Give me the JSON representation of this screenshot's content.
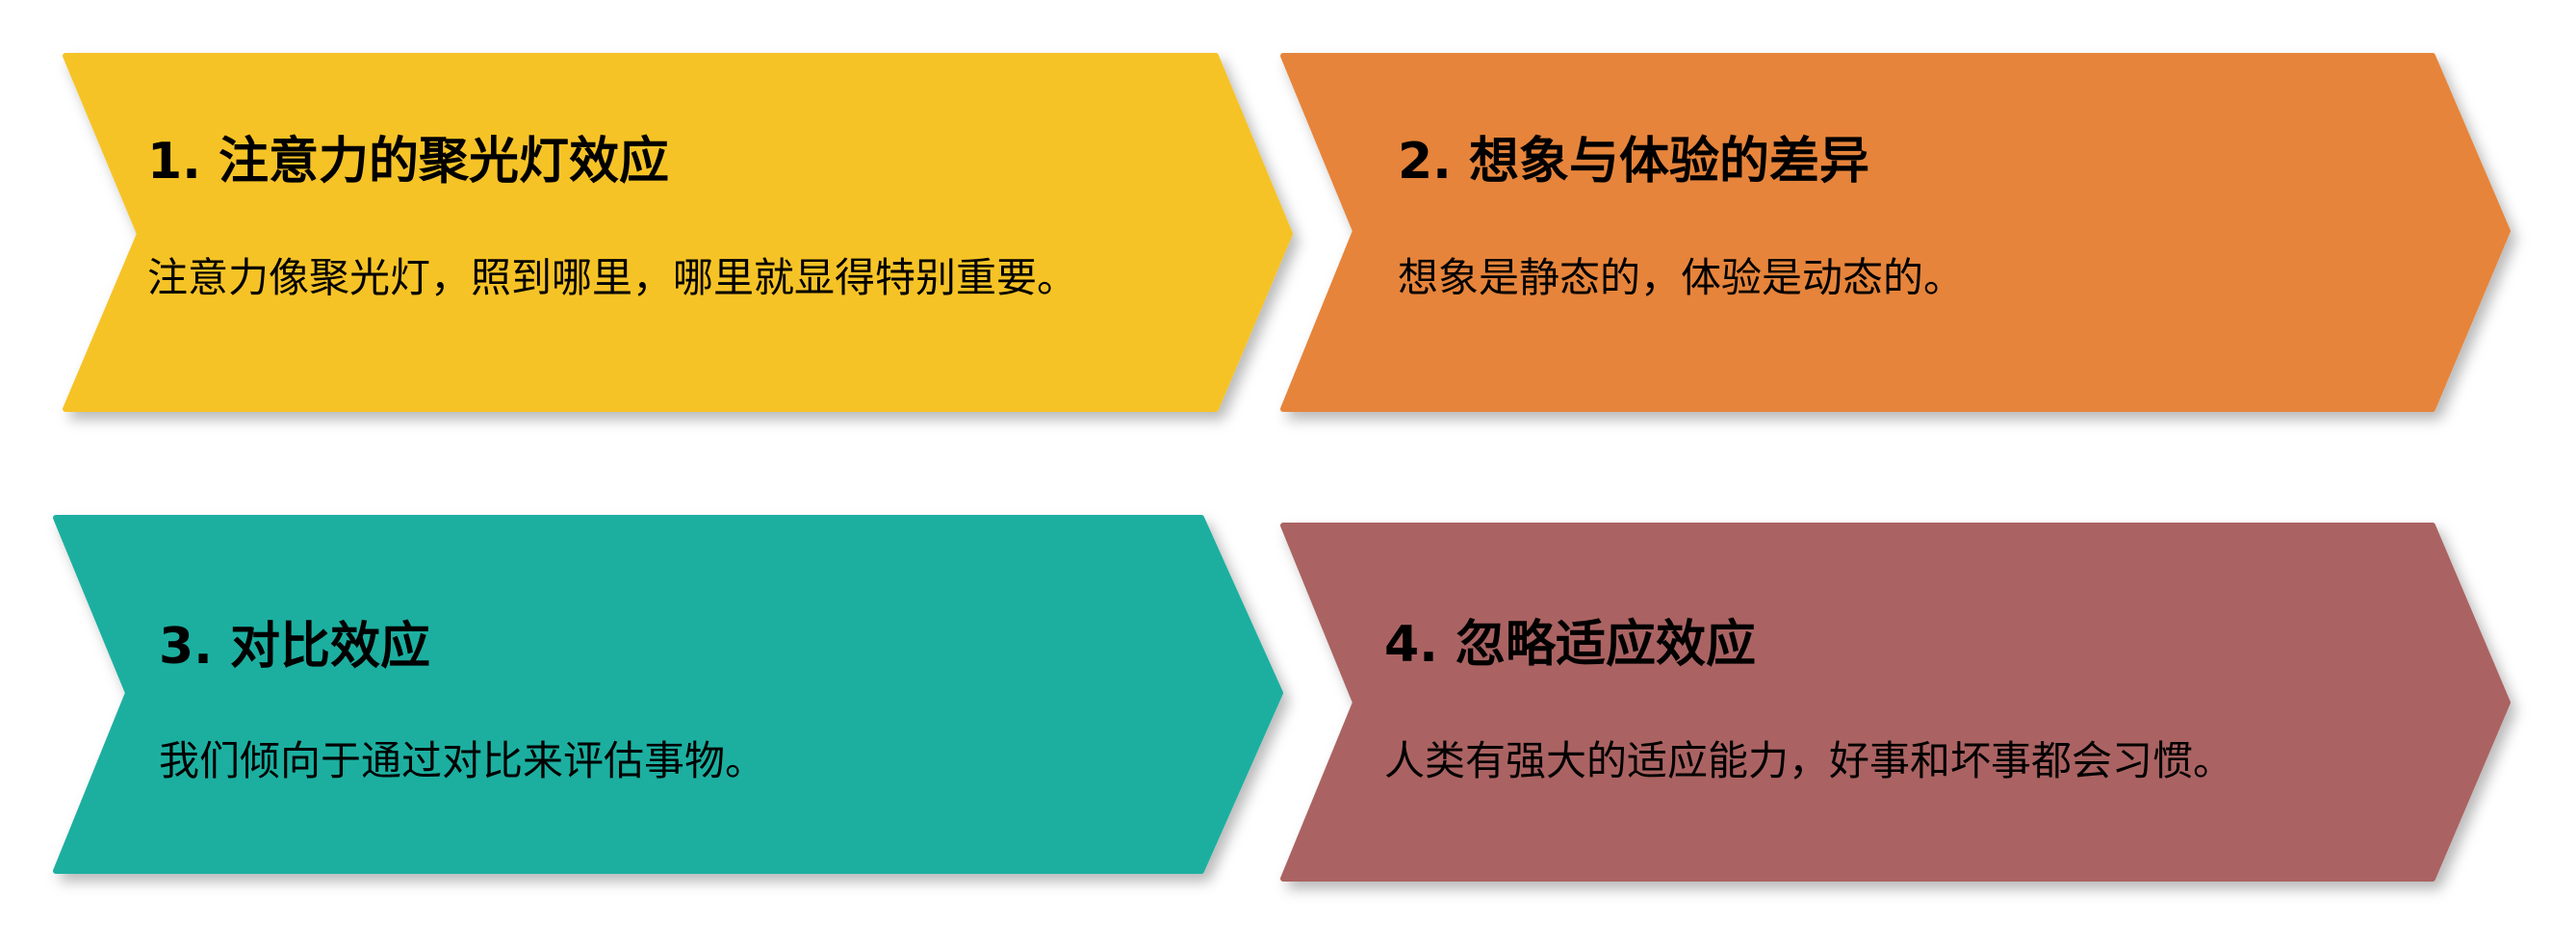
{
  "cards": [
    {
      "title": "1. 注意力的聚光灯效应",
      "description": "注意力像聚光灯，照到哪里，哪里就显得特别重要。",
      "color": "#F6C327"
    },
    {
      "title": "2. 想象与体验的差异",
      "description": "想象是静态的，体验是动态的。",
      "color": "#E6843A"
    },
    {
      "title": "3. 对比效应",
      "description": "我们倾向于通过对比来评估事物。",
      "color": "#1DAFA0"
    },
    {
      "title": "4. 忽略适应效应",
      "description": "人类有强大的适应能力，好事和坏事都会习惯。",
      "color": "#AA6462"
    }
  ]
}
